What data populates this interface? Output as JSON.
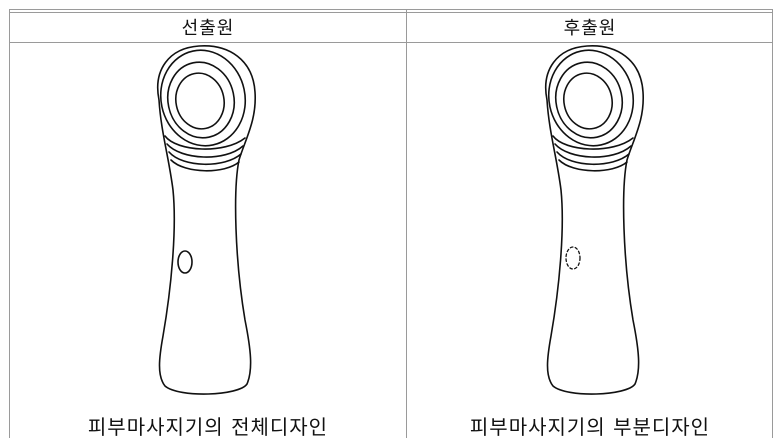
{
  "table": {
    "headers": [
      "선출원",
      "후출원"
    ],
    "captions": [
      "피부마사지기의 전체디자인",
      "피부마사지기의 부분디자인"
    ]
  },
  "figures": [
    {
      "name": "skin-massager-full-design",
      "button_style": "solid"
    },
    {
      "name": "skin-massager-partial-design",
      "button_style": "dashed"
    }
  ]
}
